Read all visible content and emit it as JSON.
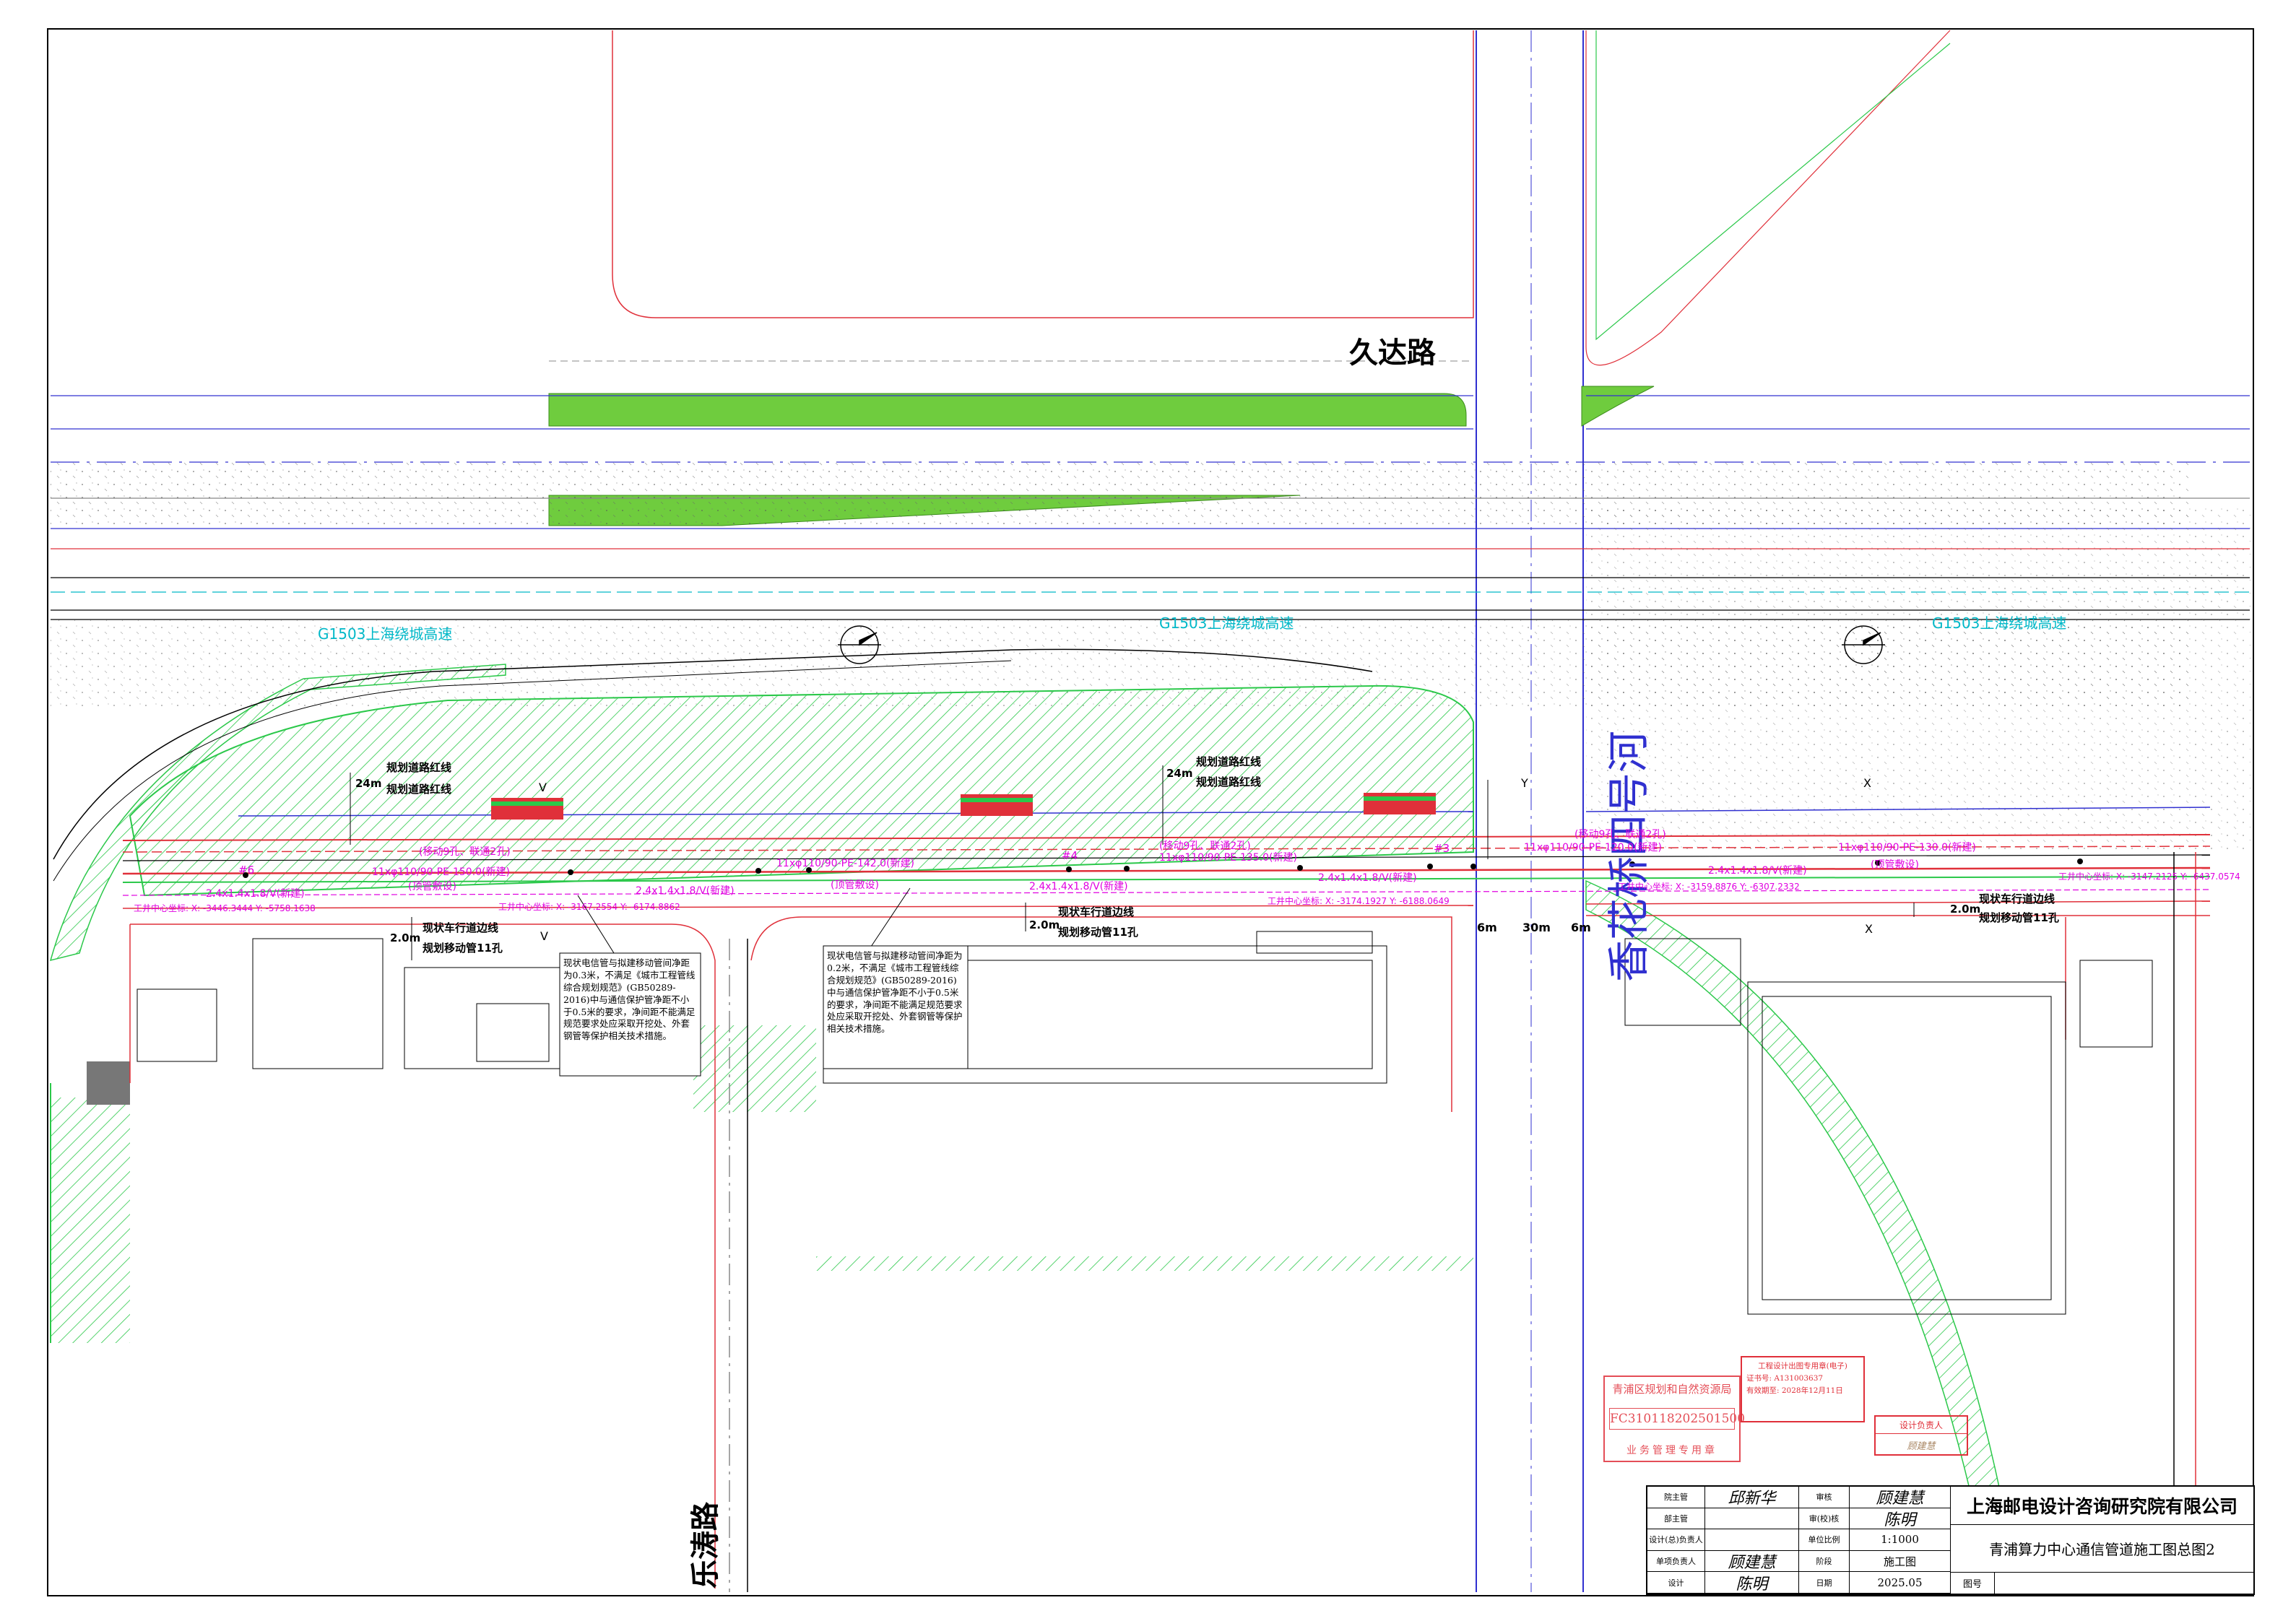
{
  "roads": {
    "jiuda": "久达路",
    "letao": "乐涛路",
    "expressway": "G1503上海绕城高速",
    "river": "香花桥四号河"
  },
  "plan_labels": {
    "red_line_1": "规划道路红线",
    "red_line_2": "规划道路红线",
    "red_line_3": "规划道路红线",
    "red_line_4": "规划道路红线",
    "width_24m_1": "24m",
    "width_24m_2": "24m",
    "curb_line_1": "现状车行道边线",
    "curb_line_2": "现状车行道边线",
    "curb_line_3": "现状车行道边线",
    "pipe_11_1": "规划移动管11孔",
    "pipe_11_2": "规划移动管11孔",
    "pipe_11_3": "规划移动管11孔",
    "dim_2m_1": "2.0m",
    "dim_2m_2": "2.0m",
    "dim_2m_3": "2.0m",
    "dim_6m_left": "6m",
    "dim_30m": "30m",
    "dim_6m_right": "6m"
  },
  "markers": {
    "v1": "V",
    "v2": "V",
    "y1": "Y",
    "x1": "X",
    "x2": "X",
    "well_6": "#6",
    "well_4": "#4",
    "well_3": "#3"
  },
  "pipe_annotations": {
    "a1": "11xφ110/90-PE-150.0(新建)",
    "a2": "11xφ110/90-PE-142.0(新建)",
    "a3": "11xφ110/90-PE-135.0(新建)",
    "a4": "11xφ110/90-PE-120.0(新建)",
    "a5": "11xφ110/90-PE-130.0(新建)",
    "b1": "2.4x1.4x1.8/V(新建)",
    "b2": "2.4x1.4x1.8/V(新建)",
    "b3": "2.4x1.4x1.8/V(新建)",
    "b4": "2.4x1.4x1.8/V(新建)",
    "b5": "2.4x1.4x1.8/V(新建)",
    "c1": "(移动9孔、联通2孔)",
    "c2": "(移动9孔、联通2孔)",
    "c3": "(移动9孔、联通2孔)",
    "d1": "(顶管敷设)",
    "d2": "(顶管敷设)",
    "d3": "(顶管敷设)",
    "coord1": "工井中心坐标: X: -3446.3444 Y: -5758.1638",
    "coord2": "工井中心坐标: X: -3167.2554 Y: -6174.8862",
    "coord3": "工井中心坐标: X: -3174.1927 Y: -6188.0649",
    "coord4": "工井中心坐标: X: -3159.8876 Y: -6307.2332",
    "coord5": "工井中心坐标: X: -3147.2125 Y: -6437.0574"
  },
  "notes": {
    "note1": "现状电信管与拟建移动管间净距为0.3米，不满足《城市工程管线综合规划规范》(GB50289-2016)中与通信保护管净距不小于0.5米的要求，净间距不能满足规范要求处应采取开挖处、外套钢管等保护相关技术措施。",
    "note2": "现状电信管与拟建移动管间净距为0.2米，不满足《城市工程管线综合规划规范》(GB50289-2016)中与通信保护管净距不小于0.5米的要求，净间距不能满足规范要求处应采取开挖处、外套钢管等保护相关技术措施。"
  },
  "stamps": {
    "approval_title": "青浦区规划和自然资源局",
    "approval_code": "FC310118202501500",
    "approval_footer": "业务管理专用章",
    "cert_title": "工程设计出图专用章(电子)",
    "cert_no": "证书号: A131003637",
    "cert_valid": "有效期至: 2028年12月11日",
    "design_lead": "设计负责人",
    "design_lead_sig": "顾建慧"
  },
  "title_block": {
    "company": "上海邮电设计咨询研究院有限公司",
    "drawing_title": "青浦算力中心通信管道施工图总图2",
    "rows": [
      {
        "role": "院主管",
        "sig": "邱新华",
        "role2": "审核",
        "value": "顾建慧"
      },
      {
        "role": "部主管",
        "sig": "",
        "role2": "审(校)核",
        "value": "陈明"
      },
      {
        "role": "设计(总)负责人",
        "sig": "",
        "role2": "单位比例",
        "value": "1:1000"
      },
      {
        "role": "单项负责人",
        "sig": "顾建慧",
        "role2": "阶段",
        "value": "施工图"
      },
      {
        "role": "设计",
        "sig": "陈明",
        "role2": "日期",
        "value": "2025.05"
      }
    ],
    "drawing_no_label": "图号",
    "drawing_no": ""
  }
}
